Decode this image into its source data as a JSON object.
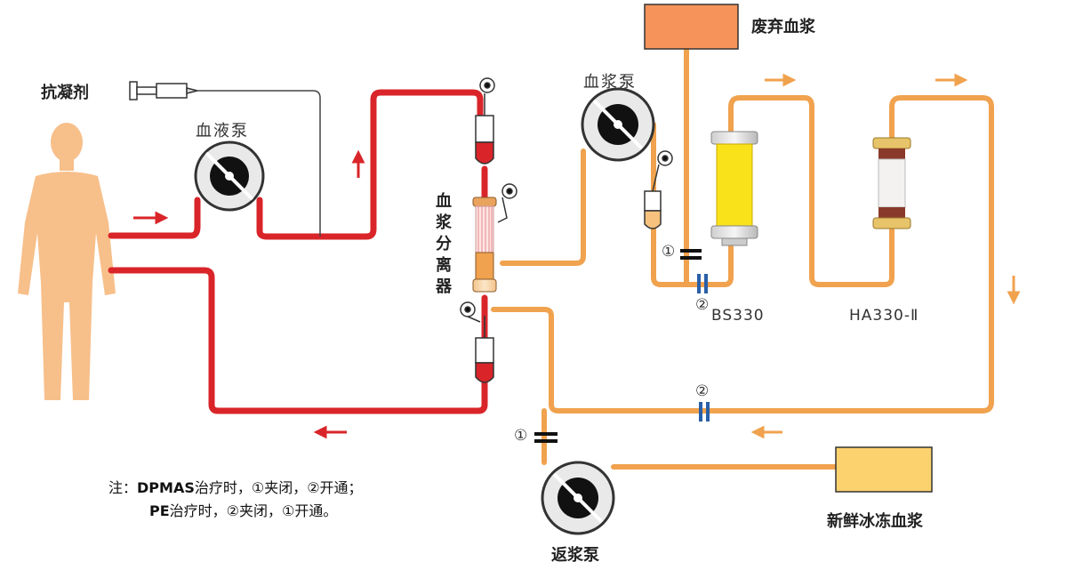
{
  "labels": {
    "anticoagulant": "抗凝剂",
    "blood_pump": "血液泵",
    "plasma_pump": "血浆泵",
    "return_pump": "返浆泵",
    "plasma_separator": "血浆分离器",
    "waste_plasma": "废弃血浆",
    "fresh_frozen_plasma": "新鲜冰冻血浆",
    "column_1": "BS330",
    "column_2": "HA330-Ⅱ"
  },
  "clamp_marks": {
    "clamp_1": "①",
    "clamp_2": "②"
  },
  "note": {
    "prefix": "注：",
    "line1_mode": "DPMAS",
    "line1_text": "治疗时，①夹闭，②开通；",
    "line2_mode": "PE",
    "line2_text": "治疗时，②夹闭，①开通。"
  },
  "colors": {
    "blood_line": "#d9252a",
    "plasma_line": "#f0a24e",
    "waste_bag": "#f5935a",
    "ffp_bag": "#fcd26e",
    "bs330_fill": "#f9e21a",
    "ha330_band": "#8a3a2a",
    "body": "#f7bf8a",
    "clamp_closed": "#111111",
    "clamp_open": "#2a5fa8"
  }
}
